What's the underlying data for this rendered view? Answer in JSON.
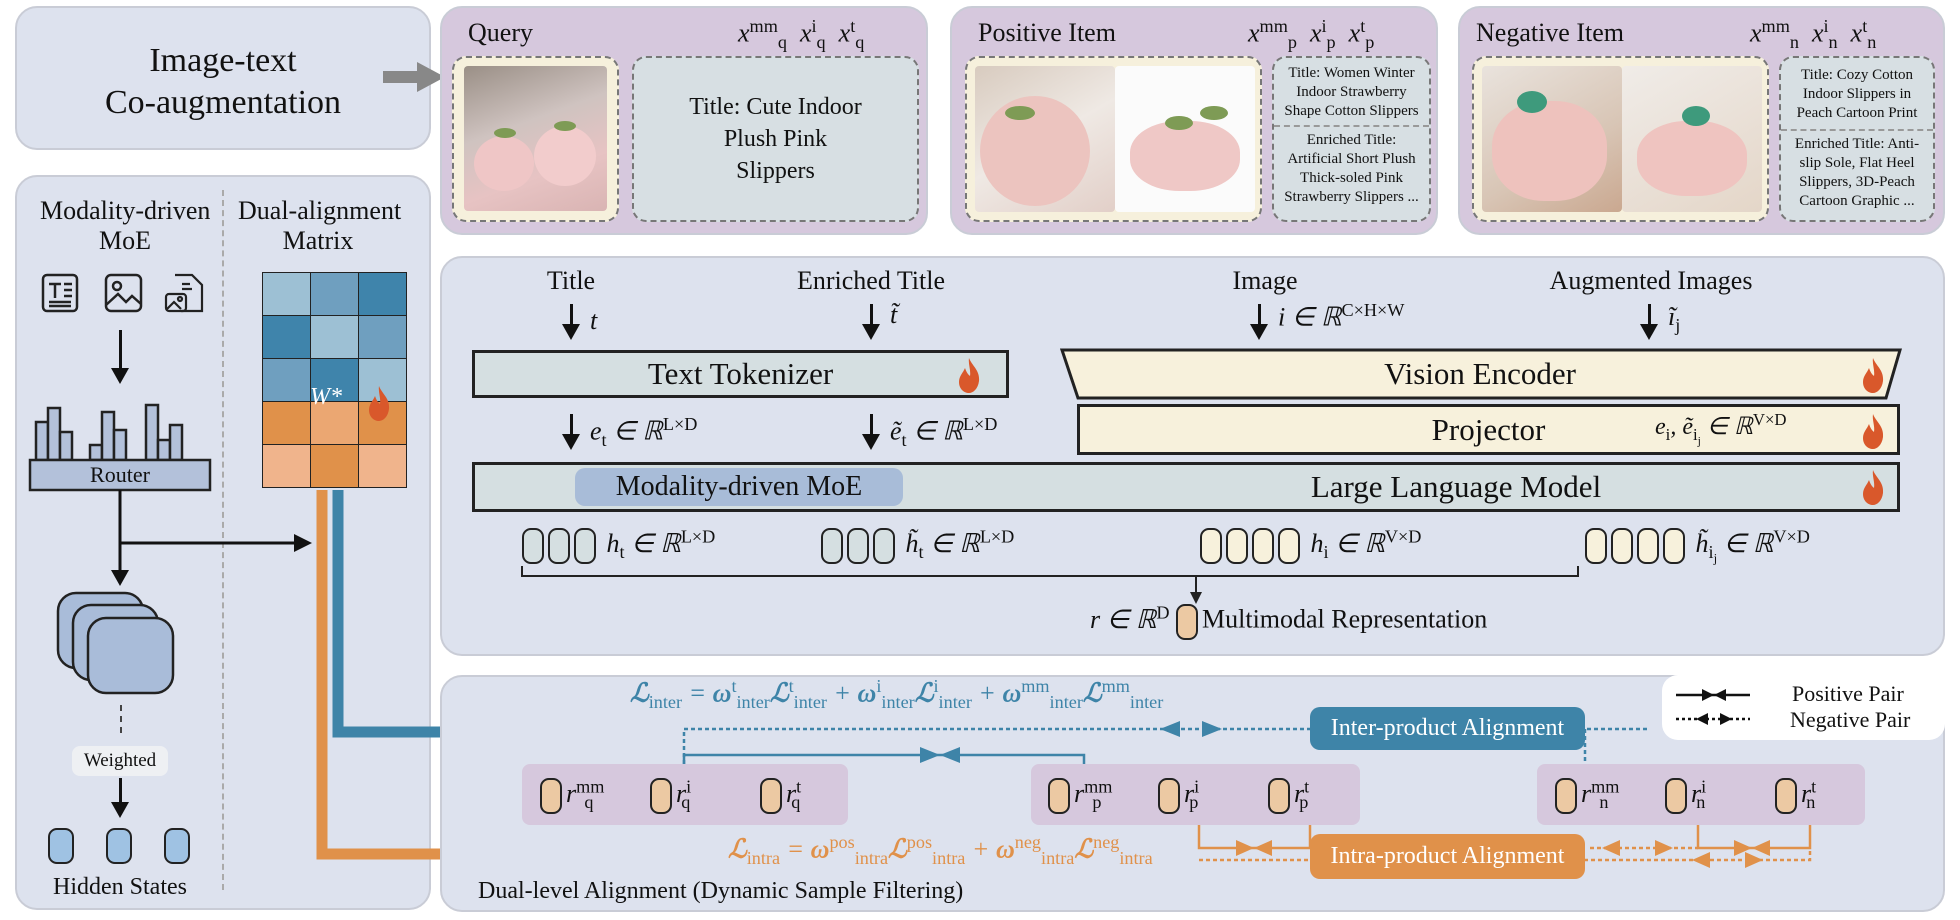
{
  "coaug": {
    "line1": "Image-text",
    "line2": "Co-augmentation"
  },
  "left": {
    "moe_label_1": "Modality-driven",
    "moe_label_2": "MoE",
    "matrix_label_1": "Dual-alignment",
    "matrix_label_2": "Matrix",
    "router": "Router",
    "weighted": "Weighted",
    "hidden": "Hidden States",
    "w_star": "W*",
    "matrix_colors": [
      [
        "#9dc0d4",
        "#6f9fbf",
        "#3f84ab"
      ],
      [
        "#3f84ab",
        "#9dc0d4",
        "#6f9fbf"
      ],
      [
        "#6f9fbf",
        "#3f84ab",
        "#9dc0d4"
      ],
      [
        "#e0914a",
        "#eba772",
        "#e0914a"
      ],
      [
        "#f0b48c",
        "#e0914a",
        "#f0b48c"
      ]
    ]
  },
  "query": {
    "title": "Query",
    "vars": [
      "mm",
      "i",
      "t"
    ],
    "sub": "q",
    "text": "Title: Cute Indoor Plush Pink Slippers"
  },
  "positive": {
    "title": "Positive Item",
    "vars": [
      "mm",
      "i",
      "t"
    ],
    "sub": "p",
    "title_text": "Title: Women Winter Indoor Strawberry Shape Cotton Slippers",
    "enriched": "Enriched Title: Artificial Short Plush Thick-soled Pink Strawberry Slippers ..."
  },
  "negative": {
    "title": "Negative Item",
    "vars": [
      "mm",
      "i",
      "t"
    ],
    "sub": "n",
    "title_text": "Title: Cozy Cotton Indoor Slippers in Peach Cartoon Print",
    "enriched": "Enriched Title: Anti-slip Sole, Flat Heel Slippers, 3D-Peach Cartoon Graphic ..."
  },
  "model": {
    "inputs": [
      "Title",
      "Enriched Title",
      "Image",
      "Augmented Images"
    ],
    "text_tokenizer": "Text Tokenizer",
    "vision_encoder": "Vision Encoder",
    "projector": "Projector",
    "llm": "Large Language Model",
    "moe": "Modality-driven MoE",
    "multimodal": "Multimodal Representation"
  },
  "align": {
    "inter": "Inter-product Alignment",
    "intra": "Intra-product Alignment",
    "positive_pair": "Positive Pair",
    "negative_pair": "Negative Pair",
    "caption": "Dual-level Alignment (Dynamic Sample Filtering)"
  },
  "colors": {
    "blue": "#3e84a8",
    "orange": "#e0914a",
    "panel": "#dde2ee",
    "purple": "#d6c8dd"
  }
}
